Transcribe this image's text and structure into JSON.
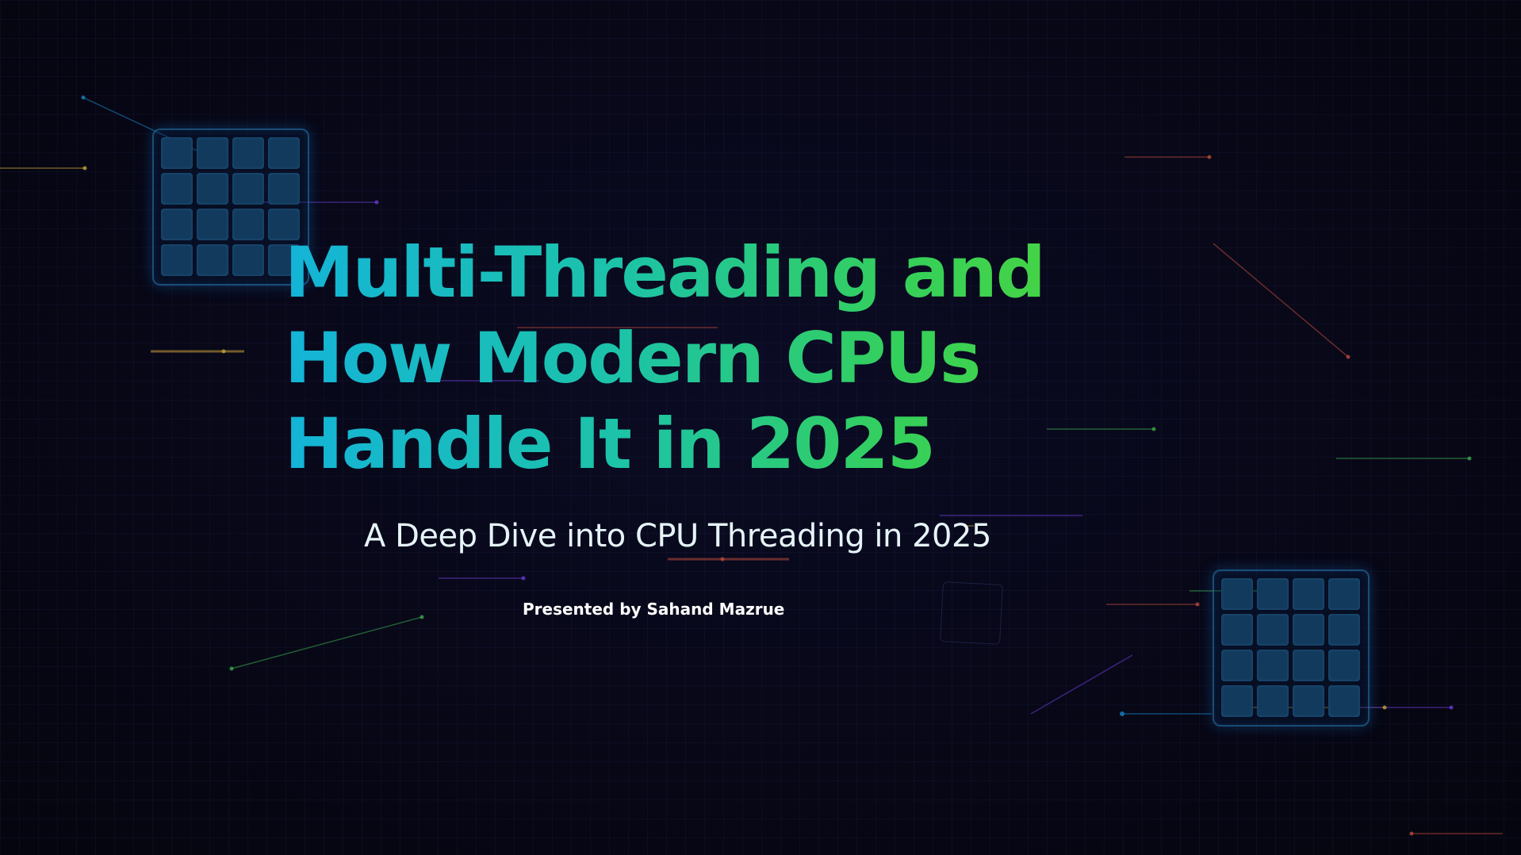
{
  "slide": {
    "title_lines": [
      "Multi-Threading and",
      "How Modern CPUs",
      "Handle It in 2025"
    ],
    "subtitle": "A Deep Dive into CPU Threading in 2025",
    "presenter": "Presented by Sahand Mazrue"
  },
  "decor": {
    "chip_icon": "cpu-core-grid-icon",
    "title_gradient": [
      "#14b4d8",
      "#1cc3a8",
      "#35d05a",
      "#5ad82c"
    ],
    "accent_colors": [
      "#1a7fbf",
      "#c8a13a",
      "#b84a3a",
      "#3aa84a",
      "#6a3ad0"
    ]
  }
}
